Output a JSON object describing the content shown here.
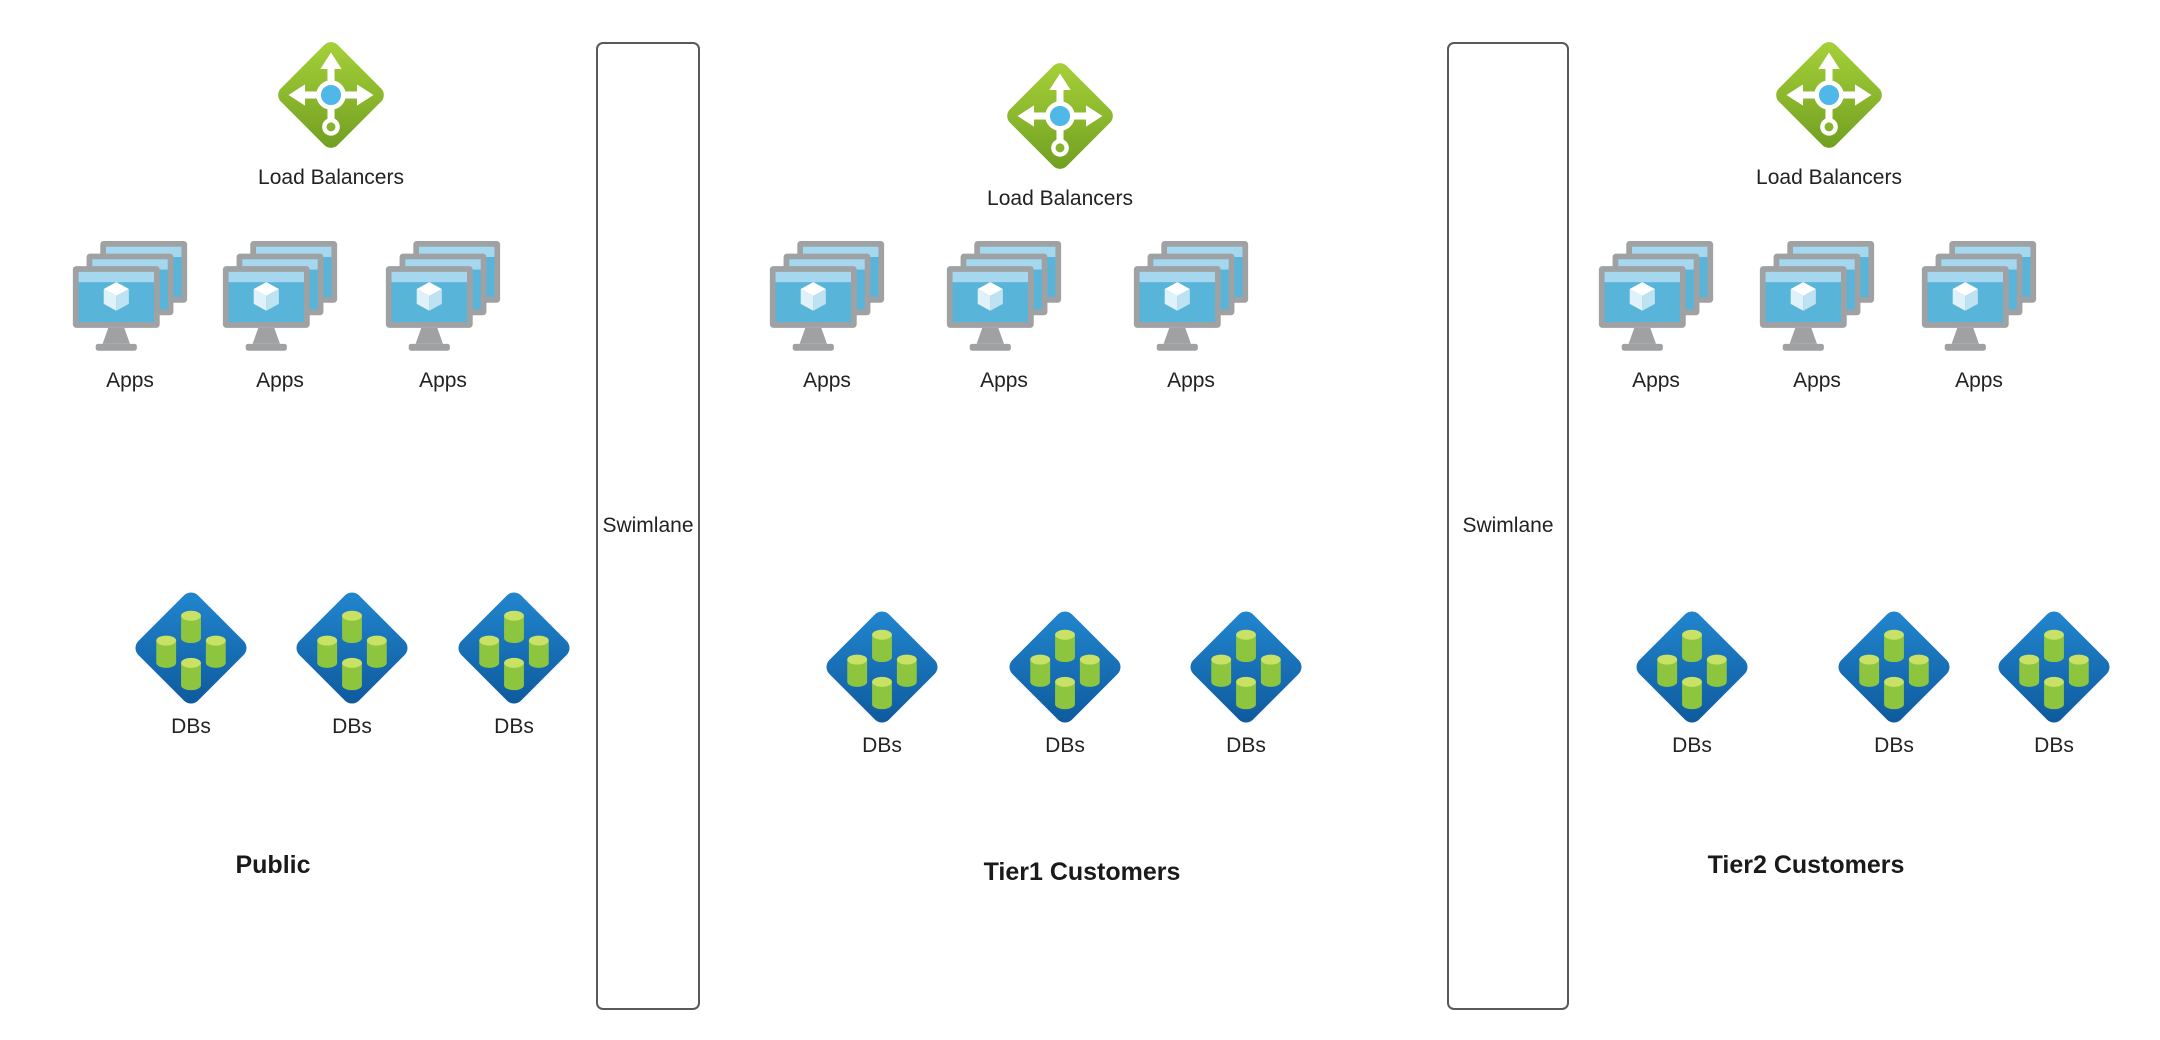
{
  "diagram": {
    "sections": [
      {
        "title": "Public",
        "load_balancer": {
          "label": "Load Balancers"
        },
        "apps": [
          {
            "label": "Apps"
          },
          {
            "label": "Apps"
          },
          {
            "label": "Apps"
          }
        ],
        "dbs": [
          {
            "label": "DBs"
          },
          {
            "label": "DBs"
          },
          {
            "label": "DBs"
          }
        ]
      },
      {
        "title": "Tier1 Customers",
        "load_balancer": {
          "label": "Load Balancers"
        },
        "apps": [
          {
            "label": "Apps"
          },
          {
            "label": "Apps"
          },
          {
            "label": "Apps"
          }
        ],
        "dbs": [
          {
            "label": "DBs"
          },
          {
            "label": "DBs"
          },
          {
            "label": "DBs"
          }
        ]
      },
      {
        "title": "Tier2 Customers",
        "load_balancer": {
          "label": "Load Balancers"
        },
        "apps": [
          {
            "label": "Apps"
          },
          {
            "label": "Apps"
          },
          {
            "label": "Apps"
          }
        ],
        "dbs": [
          {
            "label": "DBs"
          },
          {
            "label": "DBs"
          },
          {
            "label": "DBs"
          }
        ]
      }
    ],
    "swimlanes": [
      {
        "label": "Swimlane"
      },
      {
        "label": "Swimlane"
      }
    ],
    "colors": {
      "load_balancer_green": "#8dc63f",
      "db_diamond_blue": "#1470b8",
      "cylinder_green": "#8dc63e",
      "monitor_gray": "#a0a1a2",
      "screen_blue": "#59b4d9"
    }
  }
}
